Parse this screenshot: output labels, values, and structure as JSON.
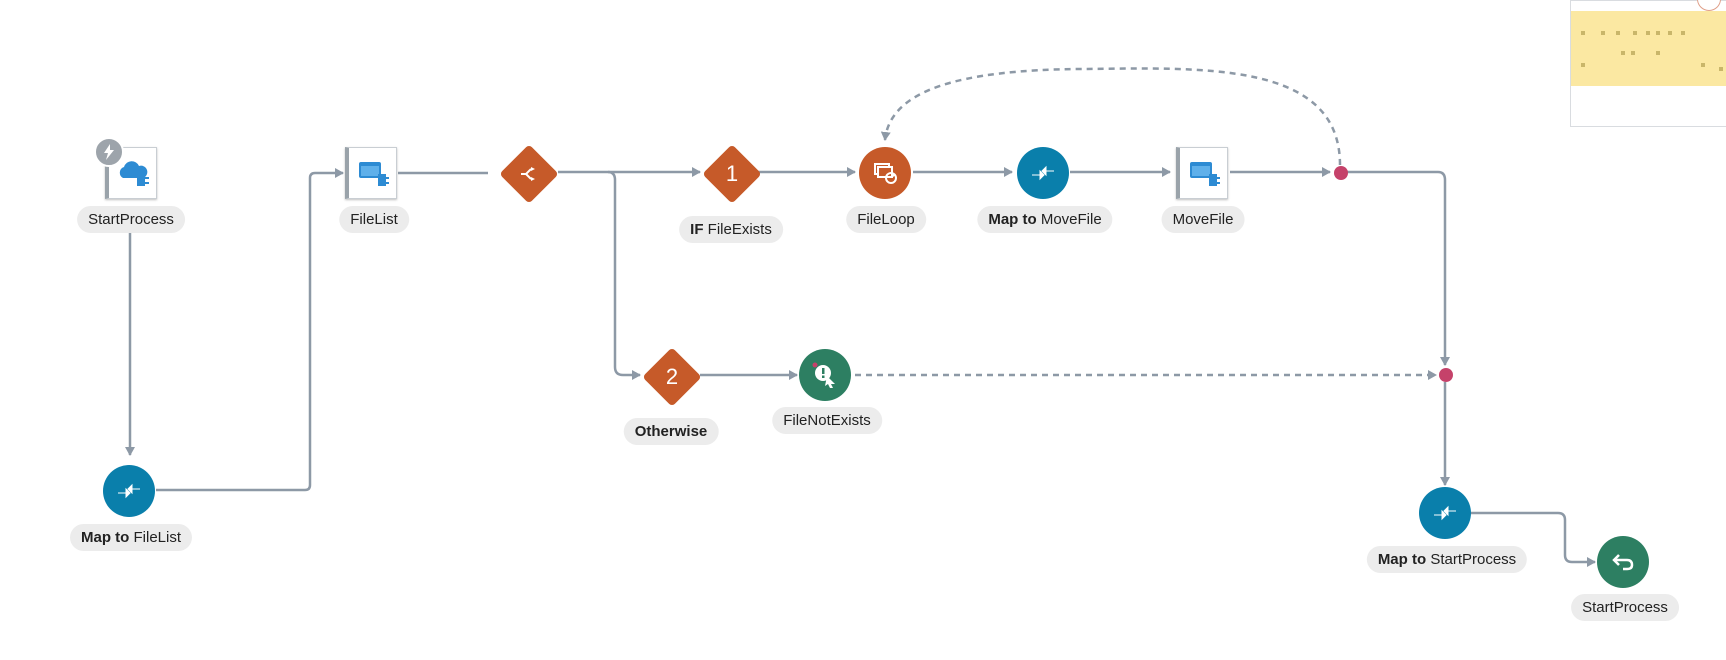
{
  "canvas": {
    "colors": {
      "wire": "#8d99a6",
      "map": "#0a7fab",
      "switch": "#c65a29",
      "loop": "#c65a29",
      "notification": "#2d7f62",
      "join": "#c5426a",
      "label_bg": "#ececec",
      "note": "#fbe8a2"
    }
  },
  "nodes": {
    "start": {
      "label": "StartProcess",
      "icon": "cloud-trigger-icon",
      "badge_icon": "lightning-bolt-icon"
    },
    "map_filelist": {
      "label_prefix": "Map to",
      "label": "FileList",
      "icon": "map-arrows-icon"
    },
    "filelist": {
      "label": "FileList",
      "icon": "ftp-adapter-icon"
    },
    "switch": {
      "icon": "switch-icon"
    },
    "if_branch": {
      "number": "1",
      "label_prefix": "IF",
      "label": "FileExists"
    },
    "otherwise_branch": {
      "number": "2",
      "label": "Otherwise"
    },
    "fileloop": {
      "label": "FileLoop",
      "icon": "for-each-loop-icon"
    },
    "map_movefile": {
      "label_prefix": "Map to",
      "label": "MoveFile",
      "icon": "map-arrows-icon"
    },
    "movefile": {
      "label": "MoveFile",
      "icon": "ftp-adapter-icon"
    },
    "filenotexists": {
      "label": "FileNotExists",
      "icon": "notification-icon"
    },
    "map_startprocess": {
      "label_prefix": "Map to",
      "label": "StartProcess",
      "icon": "map-arrows-icon"
    },
    "end": {
      "label": "StartProcess",
      "icon": "return-arrow-icon"
    }
  }
}
